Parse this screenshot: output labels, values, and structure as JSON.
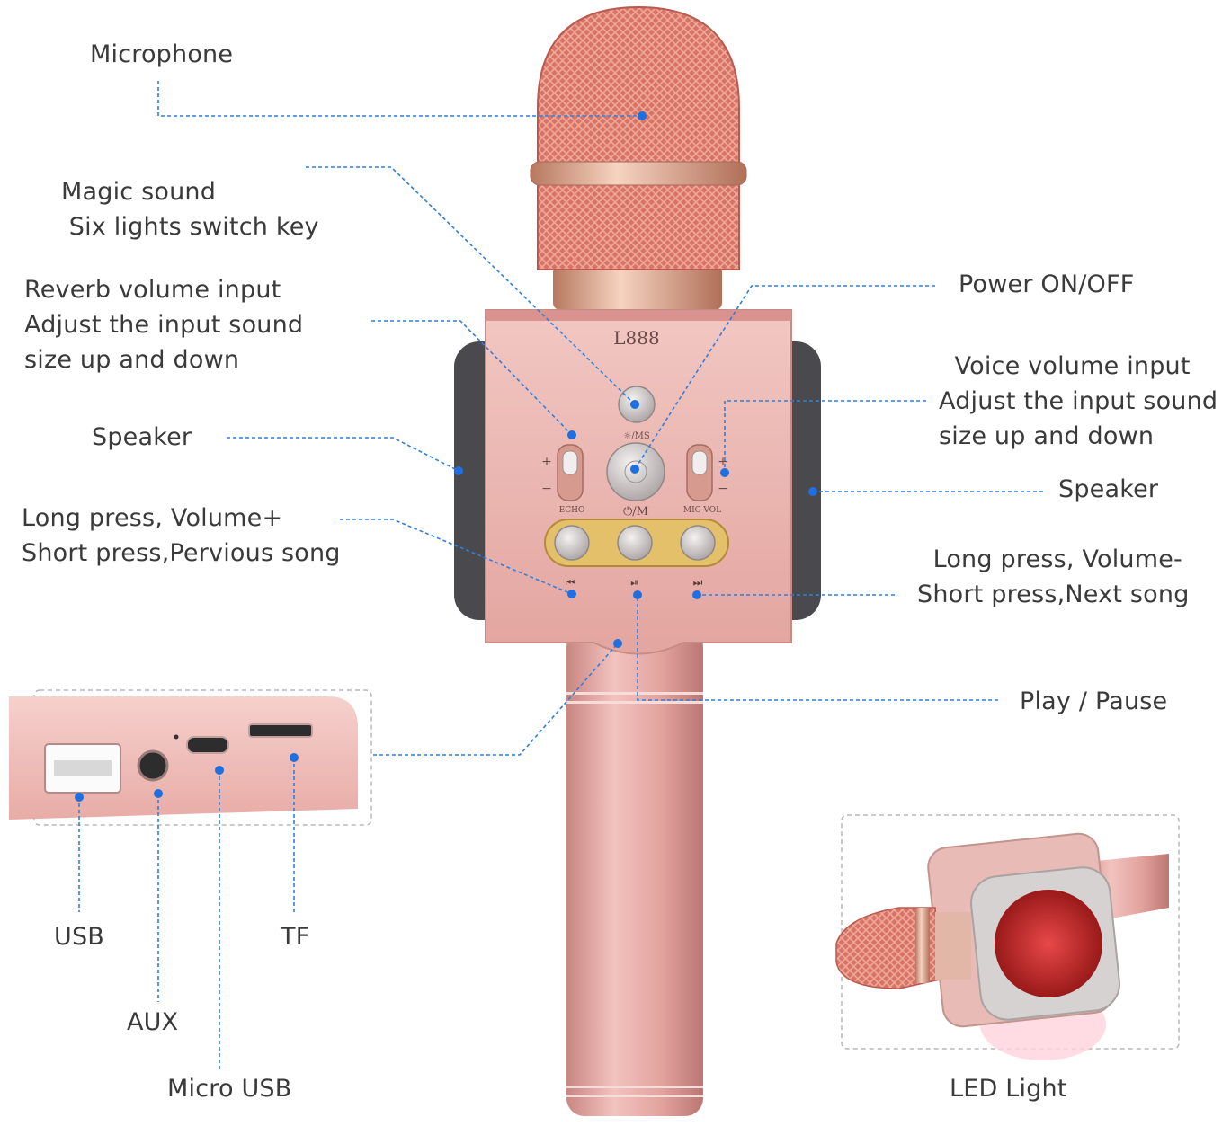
{
  "model": "L888",
  "panel_marks": {
    "magic_key": "☼/MS",
    "power": "⏻/M",
    "echo": "ECHO",
    "mic_vol": "MIC VOL",
    "plus": "+",
    "minus": "−",
    "prev": "⏮",
    "play": "⏯",
    "next": "⏭"
  },
  "labels": {
    "microphone": "Microphone",
    "magic_sound": "Magic sound\n Six lights switch key",
    "reverb": "Reverb volume input\nAdjust the input sound\nsize up and down",
    "speaker_left": "Speaker",
    "long_press_up": "Long press, Volume+\nShort press,Pervious song",
    "power": "Power ON/OFF",
    "voice_volume": "  Voice volume input\nAdjust the input sound\nsize up and down",
    "speaker_right": "Speaker",
    "long_press_down": "  Long press, Volume-\nShort press,Next song",
    "play_pause": "Play / Pause",
    "usb": "USB",
    "aux": "AUX",
    "tf": "TF",
    "micro_usb": "Micro USB",
    "led_light": "LED Light"
  },
  "colors": {
    "body": "#e7aaa6",
    "grille": "#d9776d",
    "rose_gold": "#d9a08c",
    "leader": "#2f7fe0",
    "dot": "#1f6fe0",
    "text": "#3a3a3a"
  }
}
